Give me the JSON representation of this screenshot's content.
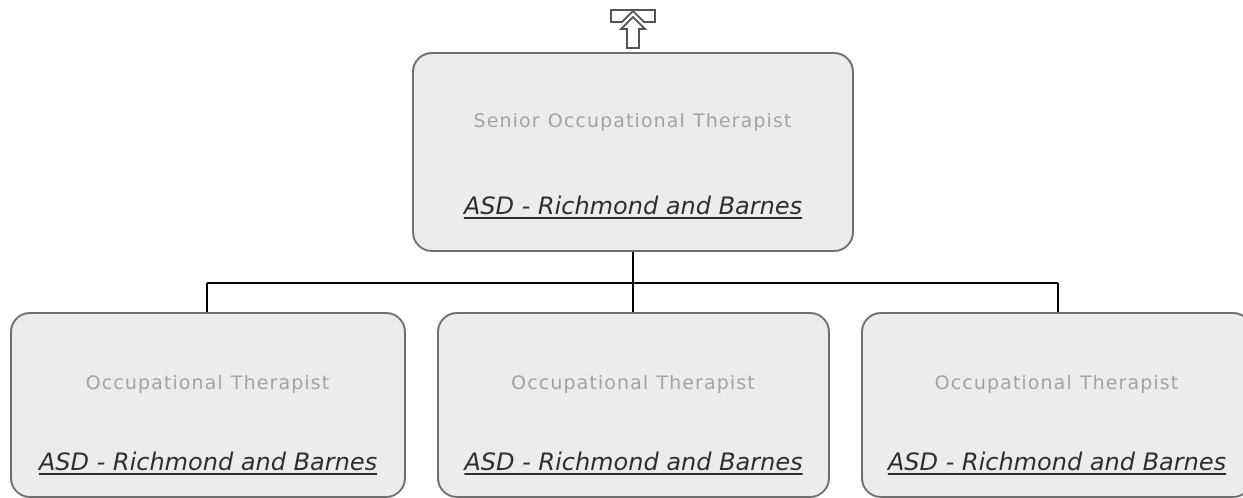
{
  "root": {
    "title": "Senior Occupational Therapist",
    "link": "ASD - Richmond and Barnes"
  },
  "children": [
    {
      "title": "Occupational Therapist",
      "link": "ASD - Richmond and Barnes"
    },
    {
      "title": "Occupational Therapist",
      "link": "ASD - Richmond and Barnes"
    },
    {
      "title": "Occupational Therapist",
      "link": "ASD - Richmond and Barnes"
    }
  ],
  "icons": {
    "up": "navigate-up-icon"
  },
  "colors": {
    "node_fill": "#ececec",
    "node_border": "#6f6f6f",
    "title_text": "#a3a3a3",
    "link_text": "#2f2f2f",
    "connector": "#000000"
  }
}
